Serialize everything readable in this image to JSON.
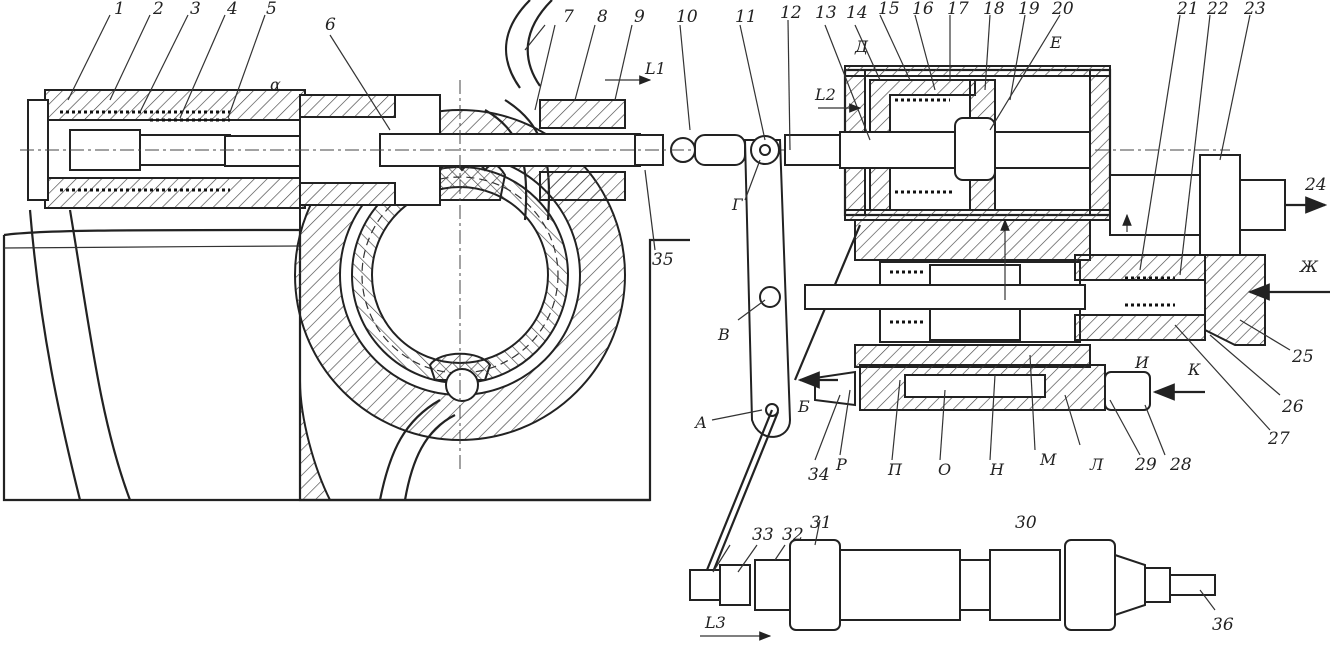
{
  "numbers": [
    "1",
    "2",
    "3",
    "4",
    "5",
    "6",
    "7",
    "8",
    "9",
    "10",
    "11",
    "12",
    "13",
    "14",
    "15",
    "16",
    "17",
    "18",
    "19",
    "20",
    "21",
    "22",
    "23",
    "24",
    "25",
    "26",
    "27",
    "28",
    "29",
    "30",
    "31",
    "32",
    "33",
    "34",
    "35",
    "36"
  ],
  "letters": [
    "А",
    "Б",
    "В",
    "Г",
    "Д",
    "Е",
    "Ж",
    "И",
    "К",
    "Л",
    "М",
    "Н",
    "О",
    "П",
    "Р"
  ],
  "dims": [
    "L1",
    "L2",
    "L3"
  ],
  "angle_mark": "α"
}
